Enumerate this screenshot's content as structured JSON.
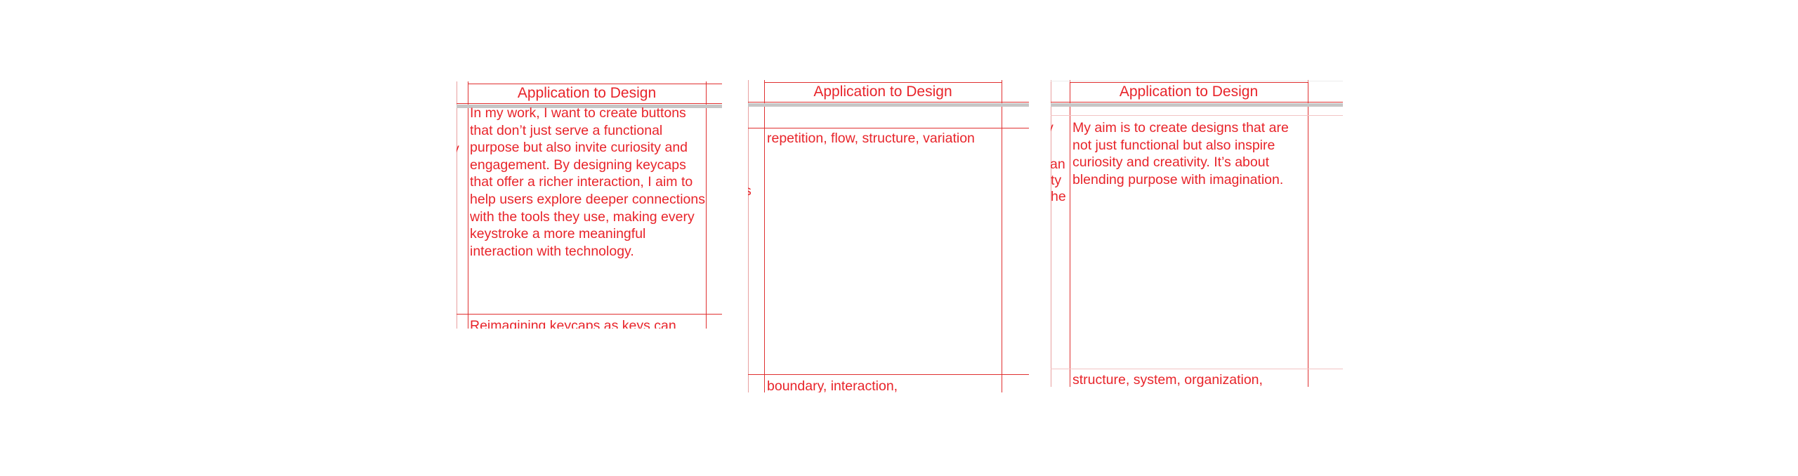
{
  "panels": [
    {
      "heading": "Application to Design",
      "body": "In my work, I want to create buttons that don’t just serve a functional purpose but also invite curiosity and engagement. By designing keycaps that offer a richer interaction, I aim to help users explore deeper connections with the tools they use, making every keystroke a more meaningful interaction with technology.",
      "next_row_text": "Reimagining keycaps as keys can",
      "left_edge_fragments": [
        "y",
        ",",
        "."
      ]
    },
    {
      "heading": "Application to Design",
      "body": "repetition, flow, structure, variation",
      "next_row_text": "boundary, interaction,",
      "left_edge_fragments": [
        "s"
      ]
    },
    {
      "heading": "Application to Design",
      "body": "My aim is to create designs that are not just functional but also inspire curiosity and creativity. It’s about blending purpose with imagination.",
      "next_row_text": "structure, system, organization,",
      "left_edge_fragments": [
        "y",
        "an",
        "ty",
        "he"
      ]
    }
  ],
  "colors": {
    "text": "#e8242a",
    "grid_line": "#e03030",
    "grey_bar": "#c6c6c6"
  }
}
